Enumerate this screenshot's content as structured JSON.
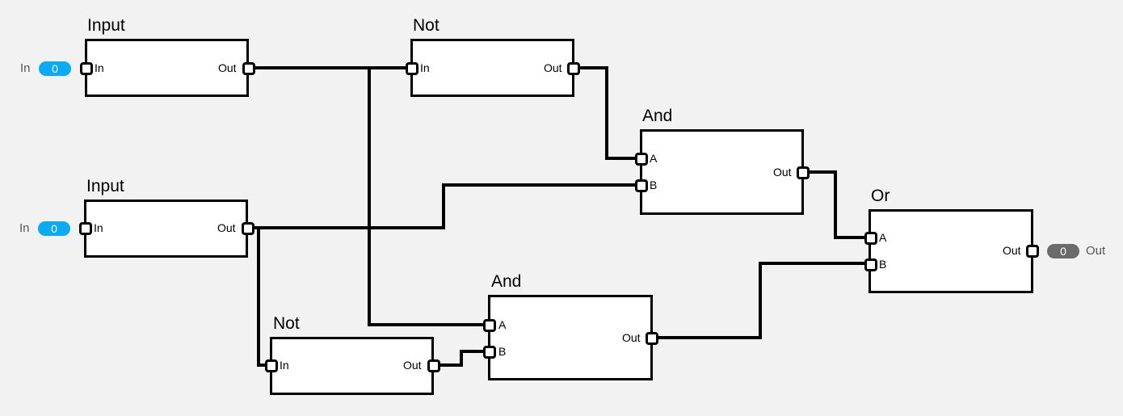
{
  "nodes": {
    "input1": {
      "title": "Input",
      "in": "In",
      "out": "Out"
    },
    "input2": {
      "title": "Input",
      "in": "In",
      "out": "Out"
    },
    "not1": {
      "title": "Not",
      "in": "In",
      "out": "Out"
    },
    "not2": {
      "title": "Not",
      "in": "In",
      "out": "Out"
    },
    "and1": {
      "title": "And",
      "a": "A",
      "b": "B",
      "out": "Out"
    },
    "and2": {
      "title": "And",
      "a": "A",
      "b": "B",
      "out": "Out"
    },
    "or1": {
      "title": "Or",
      "a": "A",
      "b": "B",
      "out": "Out"
    }
  },
  "io": {
    "input1": {
      "label": "In",
      "value": "0",
      "color": "#0aaaf5"
    },
    "input2": {
      "label": "In",
      "value": "0",
      "color": "#0aaaf5"
    },
    "output": {
      "label": "Out",
      "value": "0",
      "color": "#6b6b6b"
    }
  }
}
